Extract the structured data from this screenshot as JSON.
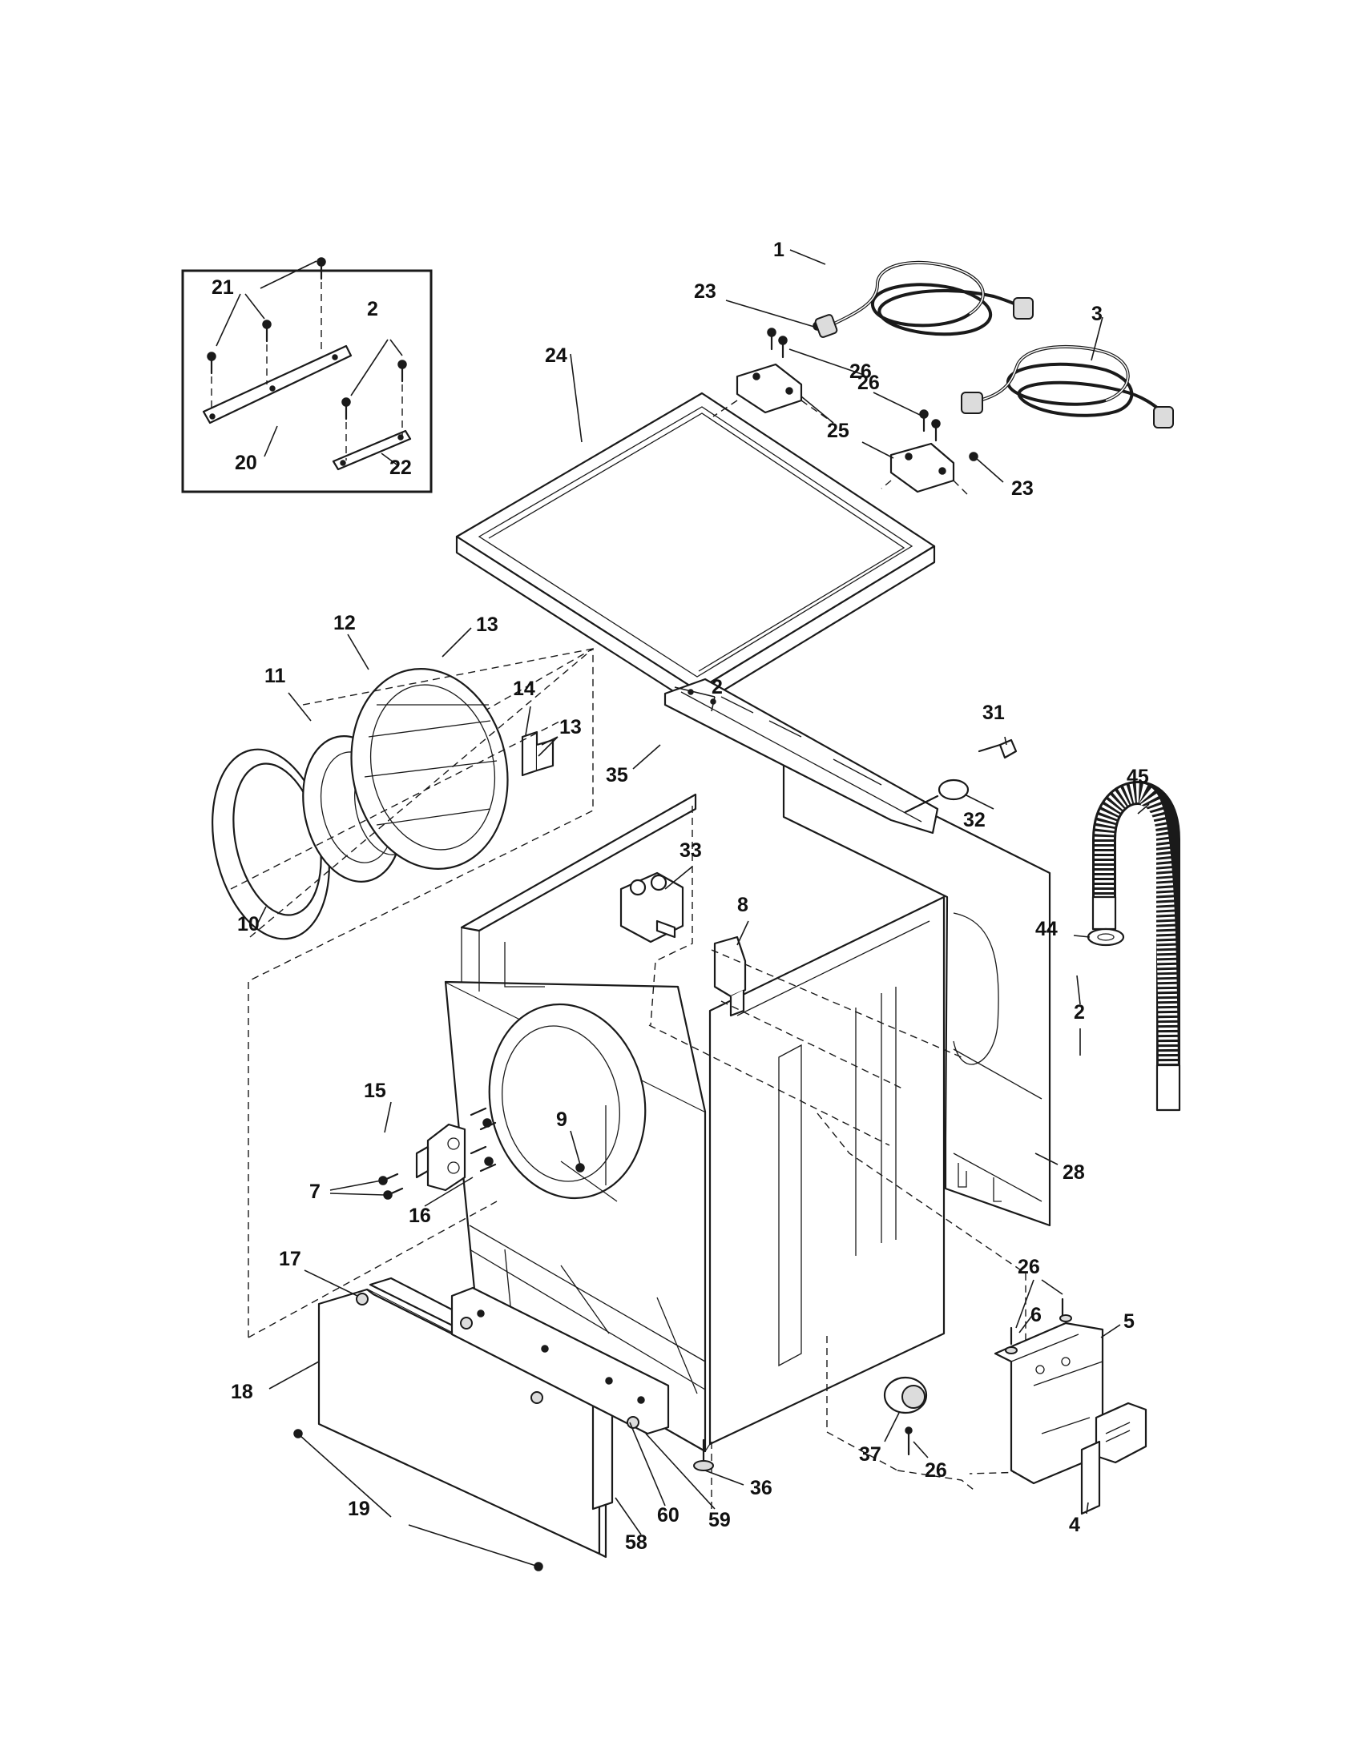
{
  "callouts": {
    "c1": "1",
    "c2_inset": "2",
    "c2_top": "2",
    "c2_side": "2",
    "c3": "3",
    "c4": "4",
    "c5": "5",
    "c6": "6",
    "c7": "7",
    "c8": "8",
    "c9": "9",
    "c10": "10",
    "c11": "11",
    "c12": "12",
    "c13_top": "13",
    "c13_side": "13",
    "c14": "14",
    "c15": "15",
    "c16": "16",
    "c17": "17",
    "c18": "18",
    "c19": "19",
    "c20": "20",
    "c21": "21",
    "c22": "22",
    "c23_top": "23",
    "c23_right": "23",
    "c24": "24",
    "c25": "25",
    "c26_top": "26",
    "c26_mid": "26",
    "c26_right": "26",
    "c26_bottom": "26",
    "c28": "28",
    "c31": "31",
    "c32": "32",
    "c33": "33",
    "c35": "35",
    "c36": "36",
    "c37": "37",
    "c44": "44",
    "c45": "45",
    "c58": "58",
    "c59": "59",
    "c60": "60"
  }
}
